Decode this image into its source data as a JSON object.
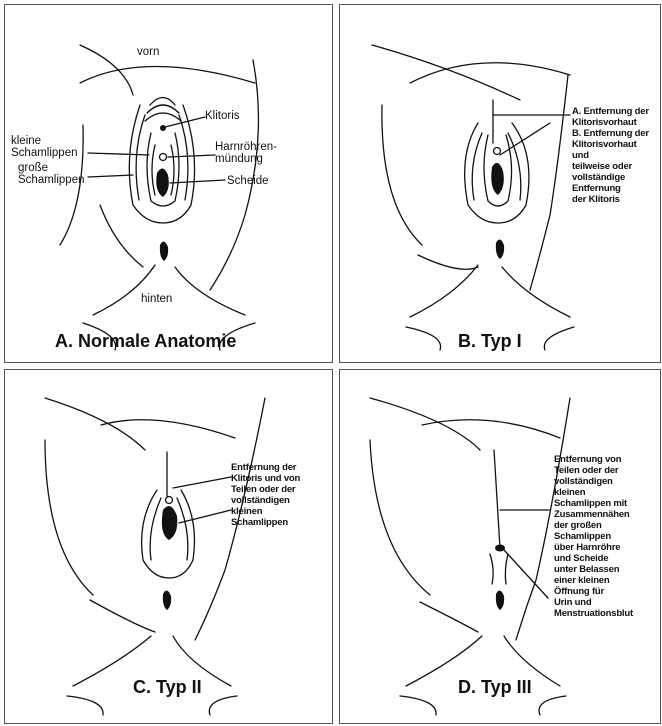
{
  "panels": {
    "a": {
      "title": "A. Normale Anatomie",
      "labels": {
        "vorn": "vorn",
        "klitoris": "Klitoris",
        "kleine_1": "kleine",
        "kleine_2": "Schamlippen",
        "grosse_1": "große",
        "grosse_2": "Schamlippen",
        "harn_1": "Harnröhren-",
        "harn_2": "mündung",
        "scheide": "Scheide",
        "hinten": "hinten"
      }
    },
    "b": {
      "title": "B. Typ I",
      "lines": [
        "A. Entfernung der",
        "Klitorisvorhaut",
        "B. Entfernung der",
        "Klitorisvorhaut",
        "und",
        "teilweise oder",
        "vollständige",
        "Entfernung",
        "der Klitoris"
      ]
    },
    "c": {
      "title": "C. Typ II",
      "lines": [
        "Entfernung der",
        "Klitoris und von",
        "Teilen oder der",
        "vollständigen",
        "kleinen",
        "Schamlippen"
      ]
    },
    "d": {
      "title": "D. Typ III",
      "lines": [
        "Entfernung von",
        "Teilen oder der",
        "vollständigen",
        "kleinen",
        "Schamlippen mit",
        "Zusammennähen",
        "der großen",
        "Schamlippen",
        "über Harnröhre",
        "und Scheide",
        "unter Belassen",
        "einer kleinen",
        "Öffnung für",
        "Urin und",
        "Menstruationsblut"
      ]
    }
  }
}
